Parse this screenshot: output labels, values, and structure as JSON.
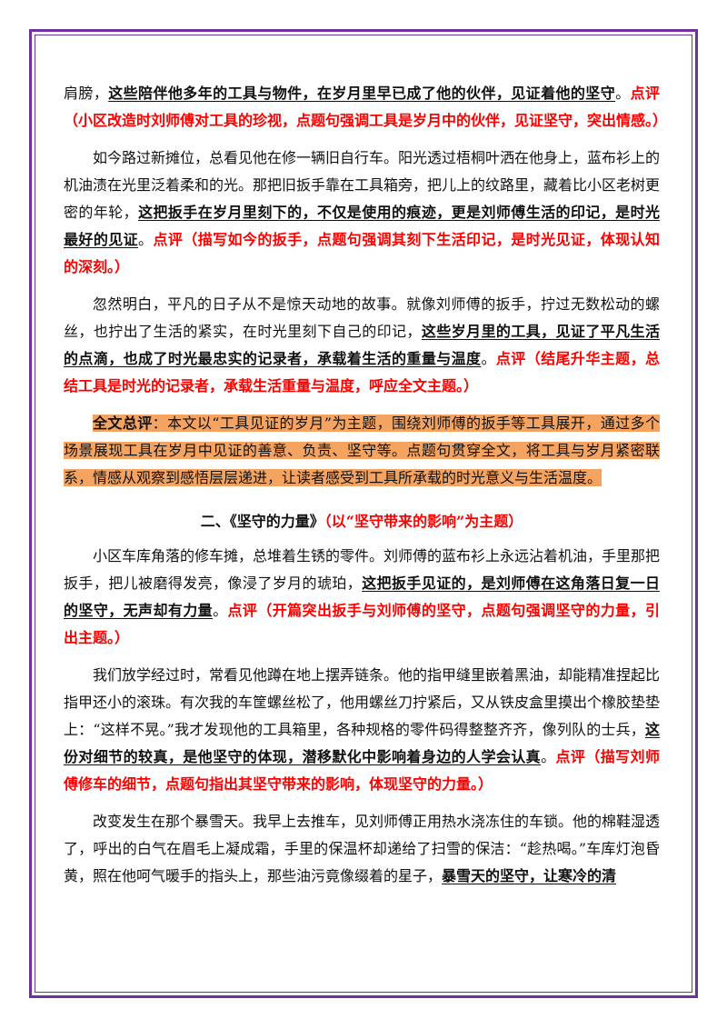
{
  "paragraphs_section1": [
    {
      "plain": "肩膀，",
      "emph": "这些陪伴他多年的工具与物件，在岁月里早已成了他的伙伴，见证着他的坚守",
      "after": "。",
      "comment": "点评（小区改造时刘师傅对工具的珍视，点题句强调工具是岁月中的伙伴，见证坚守，突出情感。）"
    },
    {
      "plain": "如今路过新摊位，总看见他在修一辆旧自行车。阳光透过梧桐叶洒在他身上，蓝布衫上的机油渍在光里泛着柔和的光。那把旧扳手靠在工具箱旁，把儿上的纹路里，藏着比小区老树更密的年轮，",
      "emph": "这把扳手在岁月里刻下的，不仅是使用的痕迹，更是刘师傅生活的印记，是时光最好的见证",
      "after": "。",
      "comment": "点评（描写如今的扳手，点题句强调其刻下生活印记，是时光见证，体现认知的深刻。）"
    },
    {
      "plain": "忽然明白，平凡的日子从不是惊天动地的故事。就像刘师傅的扳手，拧过无数松动的螺丝，也拧出了生活的紧实，在时光里刻下自己的印记，",
      "emph": "这些岁月里的工具，见证了平凡生活的点滴，也成了时光最忠实的记录者，承载着生活的重量与温度",
      "after": "。",
      "comment": "点评（结尾升华主题，总结工具是时光的记录者，承载生活重量与温度，呼应全文主题。）"
    }
  ],
  "summary": {
    "label": "全文总评",
    "text": "：本文以“工具见证的岁月”为主题，围绕刘师傅的扳手等工具展开，通过多个场景展现工具在岁月中见证的善意、负责、坚守等。点题句贯穿全文，将工具与岁月紧密联系，情感从观察到感悟层层递进，让读者感受到工具所承载的时光意义与生活温度。"
  },
  "section2": {
    "title": "二、《坚守的力量》",
    "subtitle": "（以“坚守带来的影响”为主题）"
  },
  "paragraphs_section2": [
    {
      "plain": "小区车库角落的修车摊，总堆着生锈的零件。刘师傅的蓝布衫上永远沾着机油，手里那把扳手，把儿被磨得发亮，像浸了岁月的琥珀，",
      "emph": "这把扳手见证的，是刘师傅在这角落日复一日的坚守，无声却有力量",
      "after": "。",
      "comment": "点评（开篇突出扳手与刘师傅的坚守，点题句强调坚守的力量，引出主题。）"
    },
    {
      "plain": "我们放学经过时，常看见他蹲在地上摆弄链条。他的指甲缝里嵌着黑油，却能精准捏起比指甲还小的滚珠。有次我的车筐螺丝松了，他用螺丝刀拧紧后，又从铁皮盒里摸出个橡胶垫垫上：“这样不晃。”我才发现他的工具箱里，各种规格的零件码得整整齐齐，像列队的士兵，",
      "emph": "这份对细节的较真，是他坚守的体现，潜移默化中影响着身边的人学会认真",
      "after": "。",
      "comment": "点评（描写刘师傅修车的细节，点题句指出其坚守带来的影响，体现坚守的力量。）"
    },
    {
      "plain": "改变发生在那个暴雪天。我早上去推车，见刘师傅正用热水浇冻住的车锁。他的棉鞋湿透了，呼出的白气在眉毛上凝成霜，手里的保温杯却递给了扫雪的保洁：“趁热喝。”车库灯泡昏黄，照在他呵气暖手的指头上，那些油污竟像缀着的星子，",
      "emph": "暴雪天的坚守，让寒冷的清",
      "after": "",
      "comment": ""
    }
  ]
}
